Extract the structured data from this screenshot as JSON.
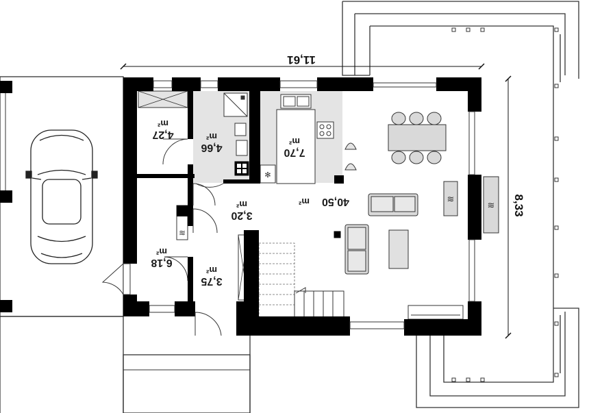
{
  "dimensions": {
    "width_label": "11,61",
    "depth_label": "8,33"
  },
  "rooms": [
    {
      "id": "boiler",
      "area": "4,27",
      "unit": "m²"
    },
    {
      "id": "bathroom",
      "area": "4,66",
      "unit": "m²"
    },
    {
      "id": "kitchen",
      "area": "7,70",
      "unit": "m²"
    },
    {
      "id": "living",
      "area": "40,50",
      "unit": "m²"
    },
    {
      "id": "hall",
      "area": "3,20",
      "unit": "m²"
    },
    {
      "id": "garage_storage",
      "area": "6,18",
      "unit": "m²"
    },
    {
      "id": "vestibule",
      "area": "3,75",
      "unit": "m²"
    }
  ],
  "colors": {
    "wall": "#000000",
    "tiled_floor": "#e4e4e4",
    "line": "#333333",
    "furniture": "#d9d9d9"
  }
}
